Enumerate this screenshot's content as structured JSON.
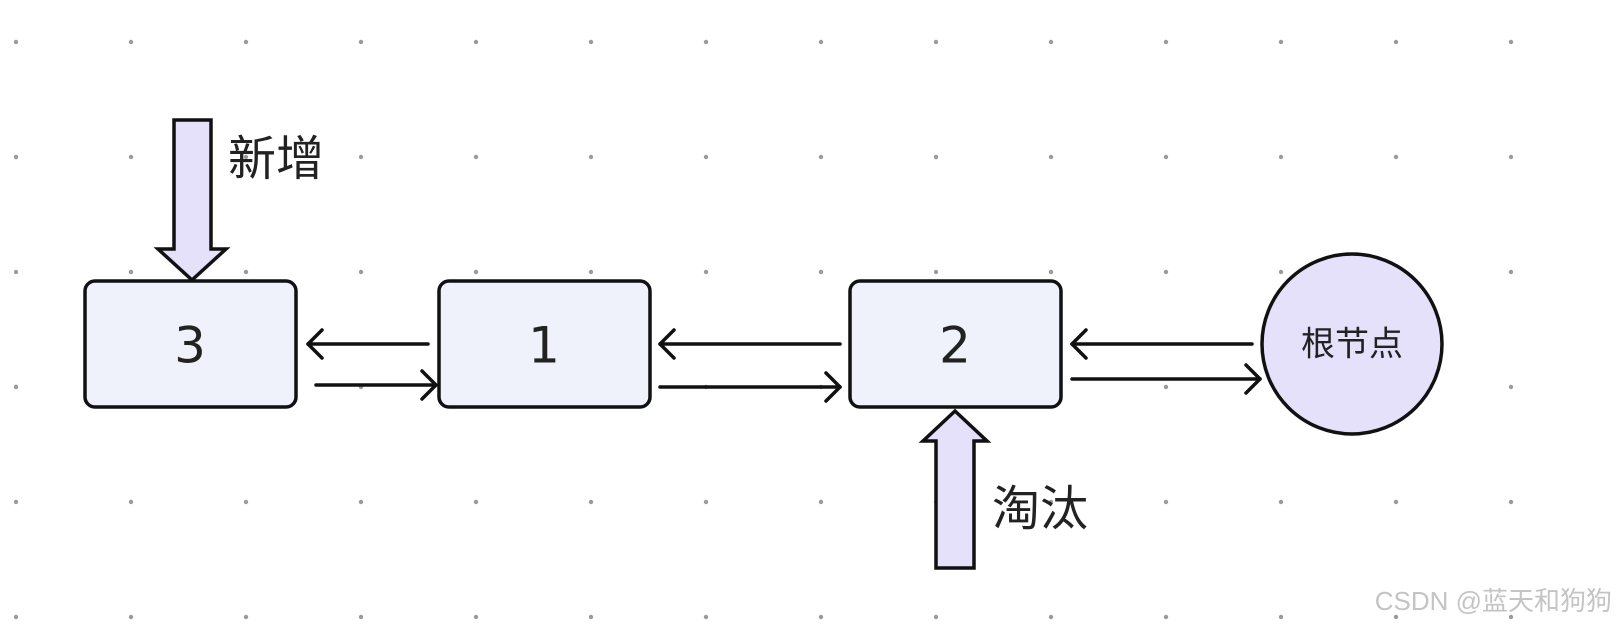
{
  "diagram": {
    "nodes": [
      {
        "id": "node-3",
        "label": "3",
        "shape": "rounded-rect"
      },
      {
        "id": "node-1",
        "label": "1",
        "shape": "rounded-rect"
      },
      {
        "id": "node-2",
        "label": "2",
        "shape": "rounded-rect"
      },
      {
        "id": "root",
        "label": "根节点",
        "shape": "circle"
      }
    ],
    "links": [
      {
        "from": "node-1",
        "to": "node-3"
      },
      {
        "from": "node-3",
        "to": "node-1"
      },
      {
        "from": "node-2",
        "to": "node-1"
      },
      {
        "from": "node-1",
        "to": "node-2"
      },
      {
        "from": "root",
        "to": "node-2"
      },
      {
        "from": "node-2",
        "to": "root"
      }
    ],
    "annotations": {
      "add_label": "新增",
      "evict_label": "淘汰"
    },
    "watermark": "CSDN @蓝天和狗狗",
    "colors": {
      "box_fill": "#eff2fb",
      "circle_fill": "#e6e1fb",
      "arrow_fill": "#e6e1fb",
      "stroke": "#111111",
      "grid_dot": "#9a9a9a"
    }
  }
}
